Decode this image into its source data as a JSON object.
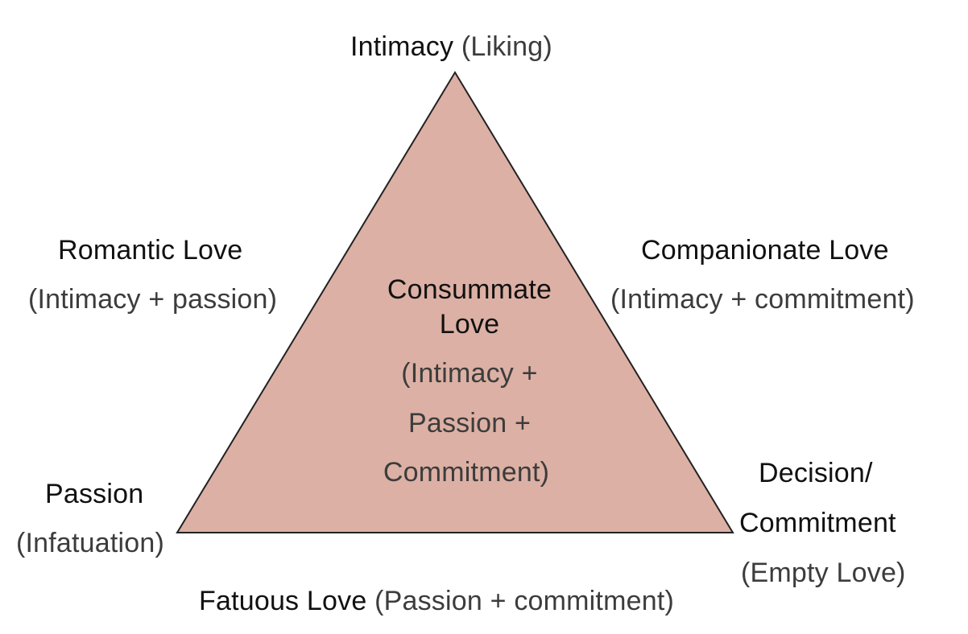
{
  "diagram": {
    "triangle_fill": "#dcb0a4",
    "triangle_stroke": "#222222",
    "text_primary": "#111111",
    "text_secondary": "#3c3c3c",
    "top_vertex": {
      "name": "Intimacy",
      "note": "(Liking)"
    },
    "left_vertex": {
      "name": "Passion",
      "note": "(Infatuation)"
    },
    "right_vertex": {
      "name_line1": "Decision/",
      "name_line2": "Commitment",
      "note": "(Empty Love)"
    },
    "left_edge": {
      "name": "Romantic Love",
      "note": "(Intimacy + passion)"
    },
    "right_edge": {
      "name": "Companionate Love",
      "note": "(Intimacy + commitment)"
    },
    "bottom_edge": {
      "name": "Fatuous Love",
      "note": "(Passion + commitment)"
    },
    "center": {
      "name_line1": "Consummate",
      "name_line2": "Love",
      "note_line1": "(Intimacy +",
      "note_line2": "Passion +",
      "note_line3": "Commitment)"
    }
  }
}
